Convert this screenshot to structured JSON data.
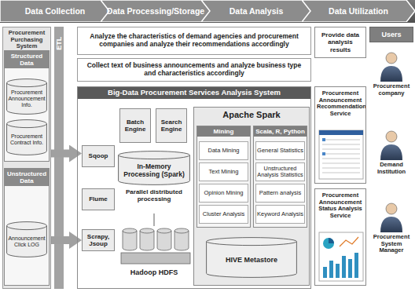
{
  "diagram": {
    "nodes": [
      {
        "text": [
          "Data Collection"
        ]
      },
      {
        "text": [
          "Data Processing/Storage"
        ]
      },
      {
        "text": [
          "Data Analysis"
        ]
      },
      {
        "text": [
          "Data Utilization"
        ]
      },
      {
        "text": [
          "Procurement Purchasing System"
        ]
      },
      {
        "text": [
          "Structured Data"
        ],
        "in": 4
      },
      {
        "text": [
          "Procurement Announcement Info."
        ],
        "in": 5
      },
      {
        "text": [
          "Procurement Contract Info."
        ],
        "in": 5
      },
      {
        "text": [
          "Unstructured Data"
        ],
        "in": 4
      },
      {
        "text": [
          "Announcement Click LOG"
        ],
        "in": 8
      },
      {
        "text": [
          "ETL"
        ]
      },
      {
        "text": [
          "Analyze the characteristics of demand agencies and procurement companies and analyze their recommendations accordingly"
        ]
      },
      {
        "text": [
          "Collect text of business announcements and analyze business type and characteristics accordingly"
        ]
      },
      {
        "text": [
          "Big-Data Procurement Services Analysis System"
        ]
      },
      {
        "text": [
          "Sqoop"
        ],
        "in": 13
      },
      {
        "text": [
          "Flume"
        ],
        "in": 13
      },
      {
        "text": [
          "Scrapy, Jsoup"
        ],
        "in": 13
      },
      {
        "text": [
          "Batch Engine"
        ],
        "in": 13
      },
      {
        "text": [
          "Search Engine"
        ],
        "in": 13
      },
      {
        "text": [
          "In-Memory Processing (Spark)"
        ],
        "in": 13
      },
      {
        "text": [
          "Apache Spark"
        ],
        "in": 13
      },
      {
        "text": [
          "Mining"
        ],
        "in": 20
      },
      {
        "text": [
          "Data Mining"
        ],
        "in": 21
      },
      {
        "text": [
          "Text Mining"
        ],
        "in": 21
      },
      {
        "text": [
          "Opinion Mining"
        ],
        "in": 21
      },
      {
        "text": [
          "Cluster Analysis"
        ],
        "in": 21
      },
      {
        "text": [
          "Scala, R, Python"
        ],
        "in": 20
      },
      {
        "text": [
          "General Statistics"
        ],
        "in": 26
      },
      {
        "text": [
          "Unstructured Analysis Statistics"
        ],
        "in": 26
      },
      {
        "text": [
          "Pattern analysis"
        ],
        "in": 26
      },
      {
        "text": [
          "Keyword Analysis"
        ],
        "in": 26
      },
      {
        "text": [
          "HIVE Metastore"
        ],
        "in": 20
      },
      {
        "text": [
          "Provide data analysis results"
        ]
      },
      {
        "text": [
          "Procurement Announcement Recommendation Service"
        ]
      },
      {
        "text": [
          "Procurement Announcement Status Analysis Service"
        ]
      },
      {
        "text": [
          "Users"
        ]
      }
    ],
    "edges": [
      {
        "from": 5,
        "to": 14,
        "arrow": "to"
      },
      {
        "from": 8,
        "to": 16,
        "arrow": "to"
      }
    ],
    "labels": [
      "Parallel distributed processing",
      "Hadoop HDFS",
      "Procurement company",
      "Demand Institution",
      "Procurement System Manager"
    ]
  }
}
